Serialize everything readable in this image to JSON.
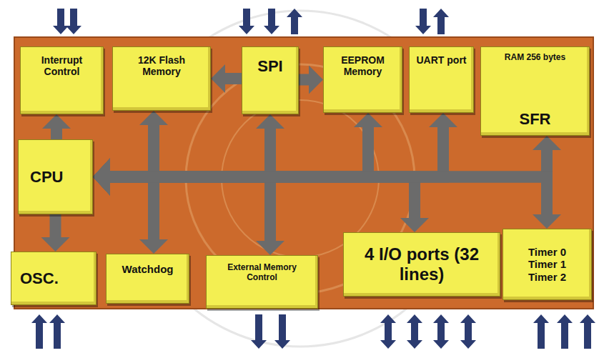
{
  "diagram": {
    "nodes": [
      {
        "text": [
          "Interrupt Control"
        ]
      },
      {
        "text": [
          "12K Flash Memory"
        ]
      },
      {
        "text": [
          "SPI"
        ]
      },
      {
        "text": [
          "EEPROM Memory"
        ]
      },
      {
        "text": [
          "UART port"
        ]
      },
      {
        "text": [
          "RAM 256 bytes",
          "SFR"
        ]
      },
      {
        "text": [
          "CPU"
        ]
      },
      {
        "text": [
          "OSC."
        ]
      },
      {
        "text": [
          "Watchdog"
        ]
      },
      {
        "text": [
          "External Memory Control"
        ]
      },
      {
        "text": [
          "4 I/O ports (32 lines)"
        ]
      },
      {
        "text": [
          "Timer 0 Timer 1 Timer 2"
        ]
      }
    ],
    "edges": [
      {
        "from": 6,
        "to": 0,
        "arrow": "to"
      },
      {
        "from": 6,
        "to": 7,
        "arrow": "to"
      },
      {
        "from": 6,
        "to": 1,
        "arrow": "both"
      },
      {
        "from": 6,
        "to": 2,
        "arrow": "both"
      },
      {
        "from": 6,
        "to": 3,
        "arrow": "both"
      },
      {
        "from": 6,
        "to": 4,
        "arrow": "both"
      },
      {
        "from": 6,
        "to": 5,
        "arrow": "both"
      },
      {
        "from": 6,
        "to": 8,
        "arrow": "both"
      },
      {
        "from": 6,
        "to": 9,
        "arrow": "both"
      },
      {
        "from": 6,
        "to": 10,
        "arrow": "both"
      },
      {
        "from": 6,
        "to": 11,
        "arrow": "both"
      },
      {
        "from": 2,
        "to": 1,
        "arrow": "to"
      },
      {
        "from": 2,
        "to": 3,
        "arrow": "to"
      }
    ]
  }
}
